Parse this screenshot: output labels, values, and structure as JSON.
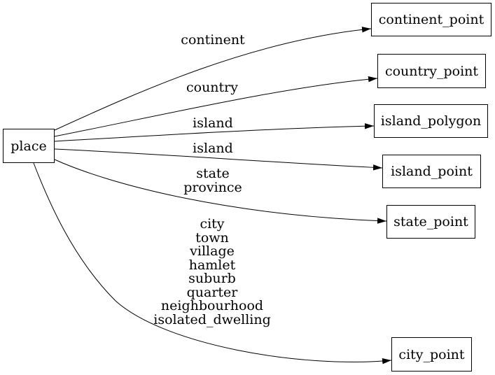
{
  "diagram": {
    "type": "graph",
    "background_color": "#ffffff",
    "edge_color": "#000000",
    "node_border_color": "#000000",
    "node_fill_color": "#ffffff",
    "text_color": "#000000",
    "nodes": [
      {
        "id": "place",
        "label": "place"
      },
      {
        "id": "continent_point",
        "label": "continent_point"
      },
      {
        "id": "country_point",
        "label": "country_point"
      },
      {
        "id": "island_polygon",
        "label": "island_polygon"
      },
      {
        "id": "island_point",
        "label": "island_point"
      },
      {
        "id": "state_point",
        "label": "state_point"
      },
      {
        "id": "city_point",
        "label": "city_point"
      }
    ],
    "edges": [
      {
        "from": "place",
        "to": "continent_point",
        "label_lines": [
          "continent"
        ]
      },
      {
        "from": "place",
        "to": "country_point",
        "label_lines": [
          "country"
        ]
      },
      {
        "from": "place",
        "to": "island_polygon",
        "label_lines": [
          "island"
        ]
      },
      {
        "from": "place",
        "to": "island_point",
        "label_lines": [
          "island"
        ]
      },
      {
        "from": "place",
        "to": "state_point",
        "label_lines": [
          "state",
          "province"
        ]
      },
      {
        "from": "place",
        "to": "city_point",
        "label_lines": [
          "city",
          "town",
          "village",
          "hamlet",
          "suburb",
          "quarter",
          "neighbourhood",
          "isolated_dwelling"
        ]
      }
    ]
  }
}
